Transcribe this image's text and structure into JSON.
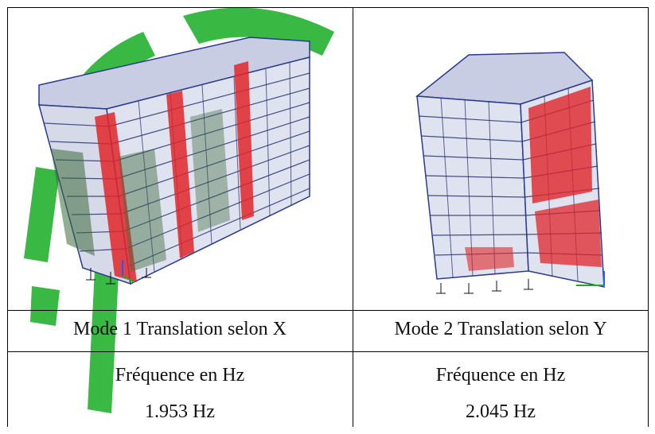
{
  "table": {
    "rows": [
      {
        "left": {
          "label": "Mode 1 Translation selon X"
        },
        "right": {
          "label": "Mode 2 Translation selon Y"
        }
      },
      {
        "left": {
          "label": "Fréquence en Hz"
        },
        "right": {
          "label": "Fréquence en Hz"
        }
      },
      {
        "left": {
          "label": "1.953 Hz"
        },
        "right": {
          "label": "2.045 Hz"
        }
      }
    ],
    "figures": {
      "left": {
        "icon": "building-3d-model-mode1"
      },
      "right": {
        "icon": "building-3d-model-mode2"
      }
    }
  },
  "colors": {
    "watermark": "#2fb53a",
    "structure_blue": "#2a3a8c",
    "shear_wall_red": "#e0262a",
    "shear_wall_green": "#3c6b3c"
  }
}
